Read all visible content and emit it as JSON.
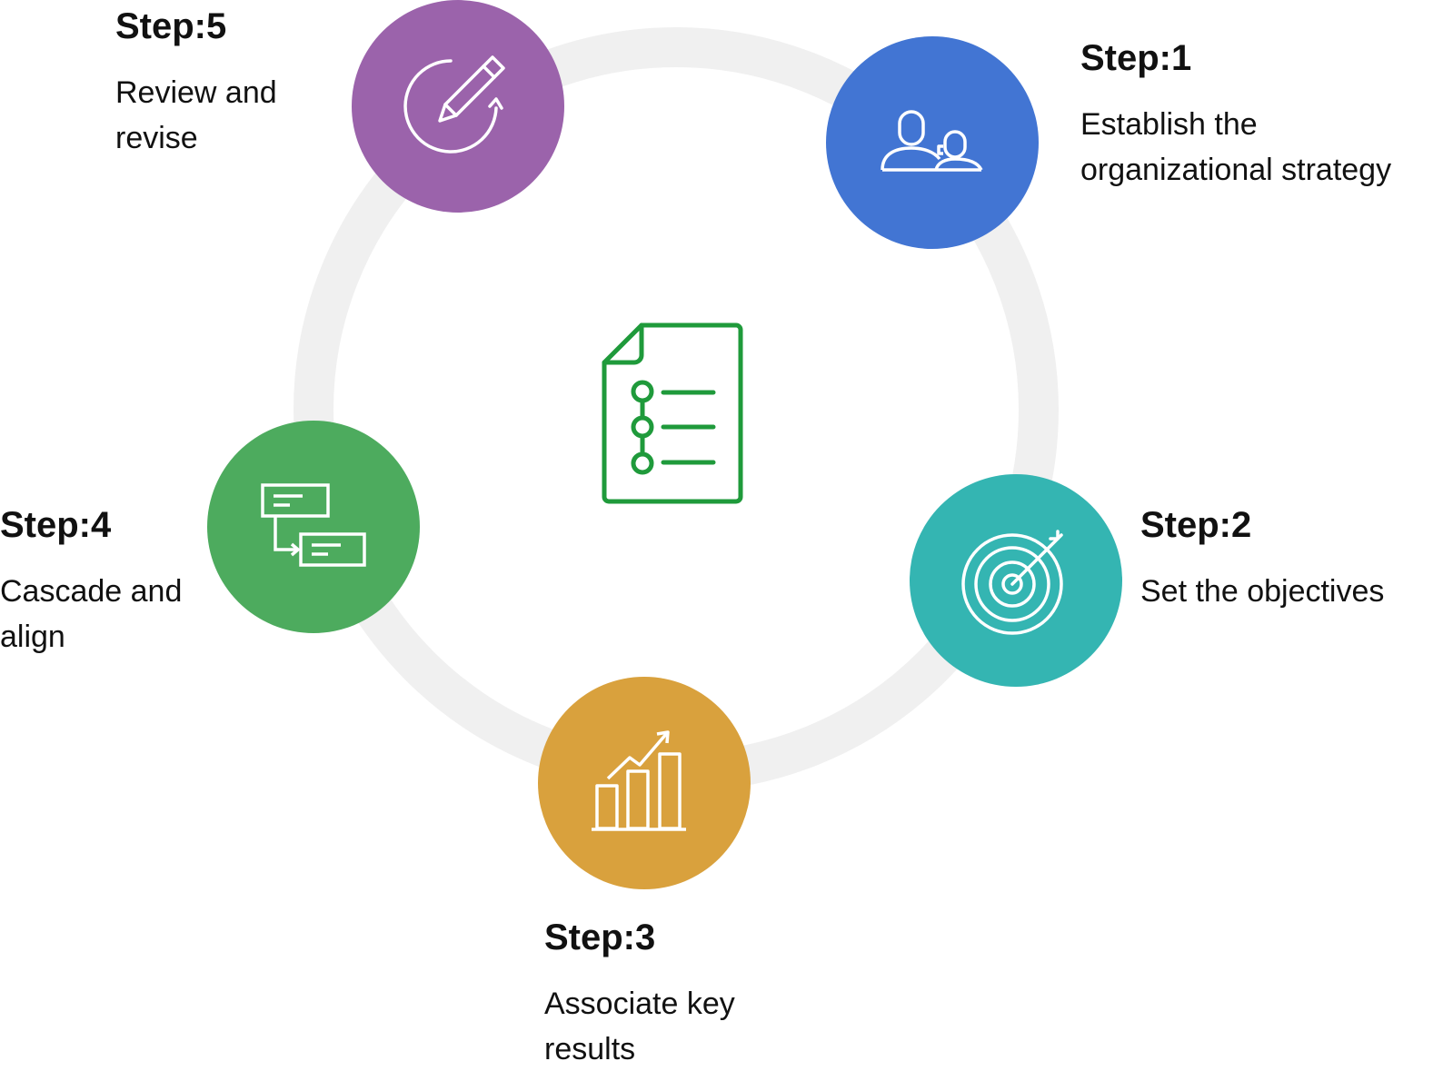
{
  "colors": {
    "ring": "#f0f0f0",
    "step1": "#4275d3",
    "step2": "#34b5b2",
    "step3": "#d9a13d",
    "step4": "#4dab5e",
    "step5": "#9b63ab",
    "center": "#1f9a3b"
  },
  "center": {
    "icon": "checklist-document-icon"
  },
  "steps": [
    {
      "title": "Step:1",
      "desc": "Establish the organizational strategy",
      "icon": "people-icon"
    },
    {
      "title": "Step:2",
      "desc": "Set the objectives",
      "icon": "target-icon"
    },
    {
      "title": "Step:3",
      "desc": "Associate key results",
      "icon": "bar-chart-growth-icon"
    },
    {
      "title": "Step:4",
      "desc": "Cascade and align",
      "icon": "cascade-boxes-icon"
    },
    {
      "title": "Step:5",
      "desc": "Review and revise",
      "icon": "edit-refresh-icon"
    }
  ]
}
